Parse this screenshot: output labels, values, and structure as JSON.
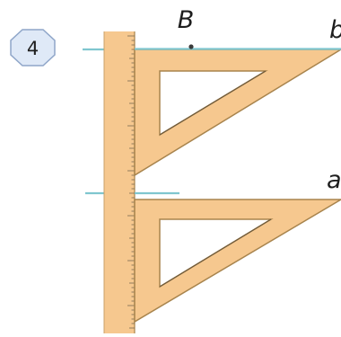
{
  "problem_number": "4",
  "labels": {
    "point_b": "B",
    "line_b": "b",
    "line_a": "a"
  },
  "colors": {
    "badge_fill": "#dfe9f7",
    "badge_stroke": "#8fa6c9",
    "wood": "#f6c88f",
    "wood_edge": "#a8844d",
    "line": "#7fc6cf",
    "tick": "#7a6a52"
  }
}
